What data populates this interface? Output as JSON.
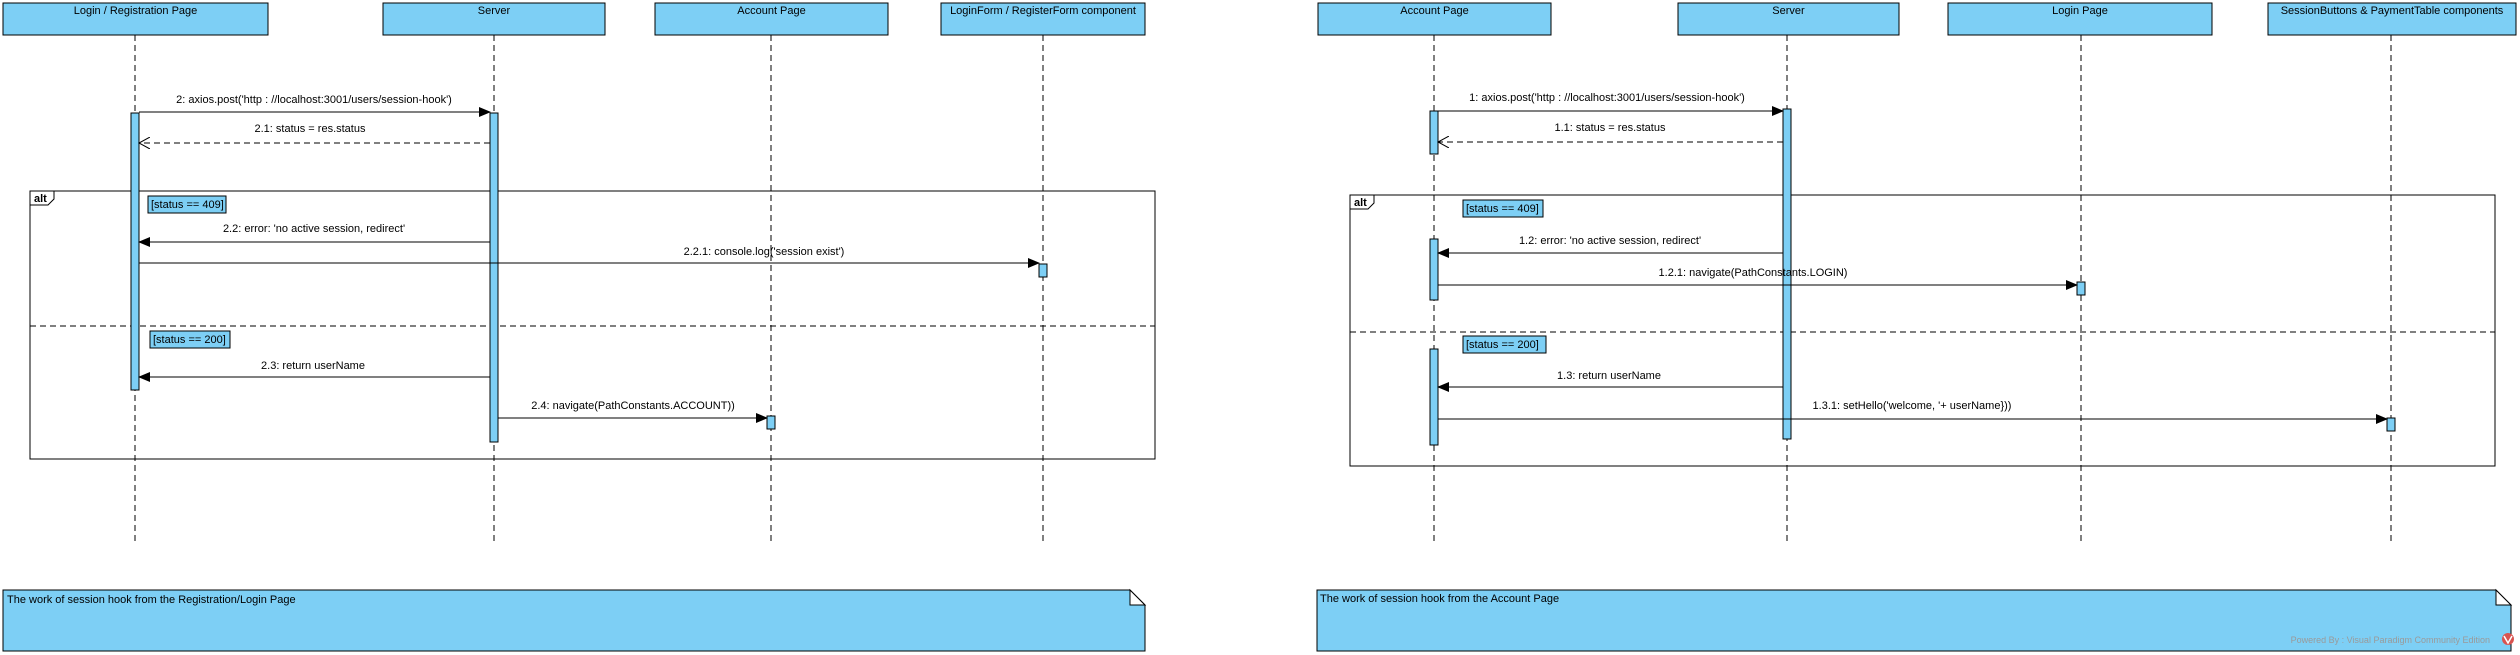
{
  "diagrams": [
    {
      "lifelines": [
        "Login / Registration Page",
        "Server",
        "Account Page",
        "LoginForm / RegisterForm component"
      ],
      "messages": [
        "2: axios.post('http : //localhost:3001/users/session-hook')",
        "2.1: status = res.status",
        "2.2: error: 'no active session, redirect'",
        "2.2.1: console.log('session exist')",
        "2.3: return userName",
        "2.4: navigate(PathConstants.ACCOUNT))"
      ],
      "fragment": "alt",
      "guards": [
        "[status == 409]",
        "[status == 200]"
      ],
      "note": "The work of session hook from the Registration/Login Page"
    },
    {
      "lifelines": [
        "Account Page",
        "Server",
        "Login Page",
        "SessionButtons & PaymentTable components"
      ],
      "messages": [
        "1: axios.post('http : //localhost:3001/users/session-hook')",
        "1.1: status = res.status",
        "1.2: error: 'no active session, redirect'",
        "1.2.1: navigate(PathConstants.LOGIN)",
        "1.3: return userName",
        "1.3.1: setHello('welcome, '+ userName}))"
      ],
      "fragment": "alt",
      "guards": [
        "[status == 409]",
        "[status == 200]"
      ],
      "note": "The work of session hook from the Account Page"
    }
  ],
  "footer": {
    "powered_by": "Powered By : Visual Paradigm Community Edition"
  },
  "colors": {
    "fill": "#7dcff5",
    "line": "#000000",
    "logo": "#d9534f"
  },
  "icons": [
    "visual-paradigm-logo-icon"
  ]
}
